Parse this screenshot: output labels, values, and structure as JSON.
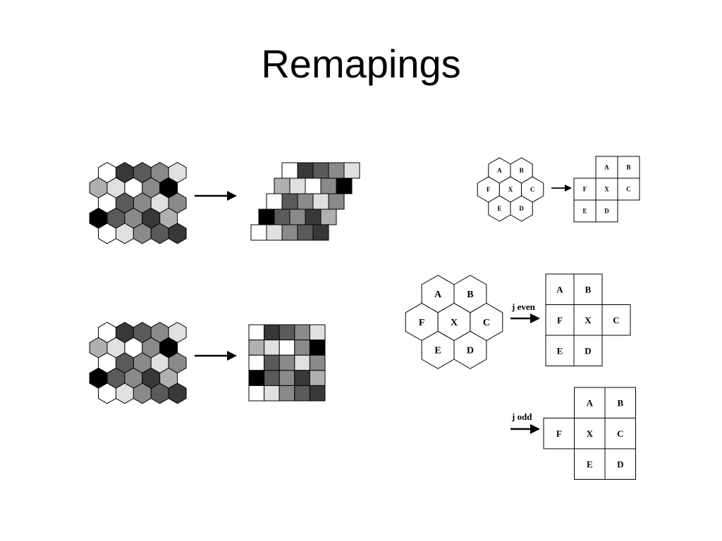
{
  "slide": {
    "title": "Remapings"
  },
  "palette": [
    "#ffffff",
    "#e0e0e0",
    "#b0b0b0",
    "#8a8a8a",
    "#5a5a5a",
    "#383838",
    "#000000"
  ],
  "grid": {
    "rows": [
      [
        0,
        5,
        4,
        3,
        1
      ],
      [
        2,
        1,
        0,
        3,
        6
      ],
      [
        0,
        4,
        3,
        1,
        3
      ],
      [
        6,
        4,
        3,
        5,
        2
      ],
      [
        0,
        1,
        3,
        4,
        5
      ]
    ]
  },
  "hex_labels": {
    "a": "A",
    "b": "B",
    "f": "F",
    "x": "X",
    "c": "C",
    "e": "E",
    "d": "D"
  },
  "arrows": {
    "even_label": "j even",
    "odd_label": "j odd"
  }
}
